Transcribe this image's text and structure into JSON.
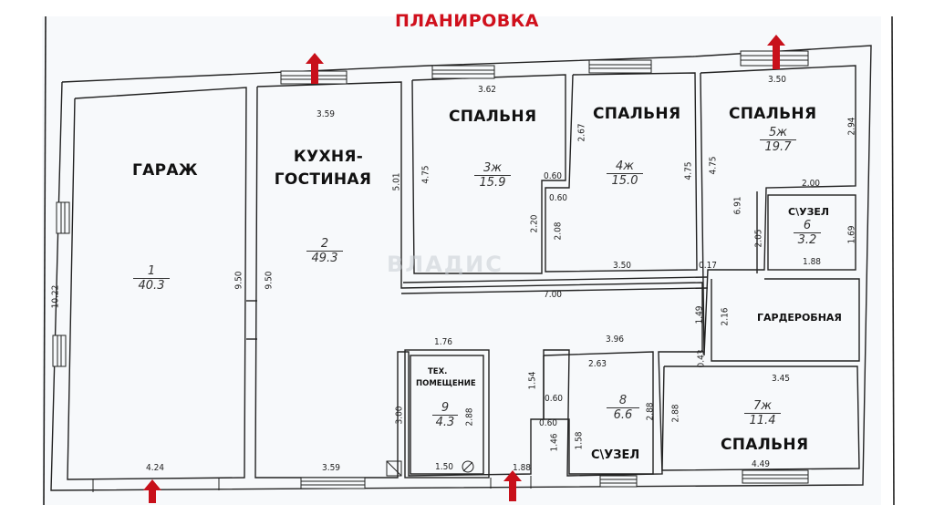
{
  "title": "ПЛАНИРОВКА",
  "colors": {
    "title": "#d0101c",
    "arrow": "#c8101a",
    "wall": "#222222",
    "paper": "#f7f9fb"
  },
  "watermark": "ВЛАДИС",
  "rooms": [
    {
      "id": "garage",
      "label": "ГАРАЖ",
      "number": "1",
      "area": "40.3"
    },
    {
      "id": "kitchen",
      "label_line1": "КУХНЯ-",
      "label_line2": "ГОСТИНАЯ",
      "number": "2",
      "area": "49.3"
    },
    {
      "id": "bedroom3",
      "label": "СПАЛЬНЯ",
      "number": "3ж",
      "area": "15.9"
    },
    {
      "id": "bedroom4",
      "label": "СПАЛЬНЯ",
      "number": "4ж",
      "area": "15.0"
    },
    {
      "id": "bedroom5",
      "label": "СПАЛЬНЯ",
      "number": "5ж",
      "area": "19.7"
    },
    {
      "id": "bath6",
      "label": "С\\УЗЕЛ",
      "number": "6",
      "area": "3.2"
    },
    {
      "id": "wardrobe",
      "label": "ГАРДЕРОБНАЯ"
    },
    {
      "id": "bedroom7",
      "label": "СПАЛЬНЯ",
      "number": "7ж",
      "area": "11.4"
    },
    {
      "id": "bath8",
      "label": "С\\УЗЕЛ",
      "number": "8",
      "area": "6.6"
    },
    {
      "id": "tech9",
      "label_line1": "ТЕХ.",
      "label_line2": "ПОМЕЩЕНИЕ",
      "number": "9",
      "area": "4.3"
    }
  ],
  "dimensions": {
    "d_3_59_top": "3.59",
    "d_3_62": "3.62",
    "d_3_50_top": "3.50",
    "d_5_01": "5.01",
    "d_4_75_a": "4.75",
    "d_0_60_a": "0.60",
    "d_0_60_b": "0.60",
    "d_2_20": "2.20",
    "d_2_08": "2.08",
    "d_2_67": "2.67",
    "d_4_75_b": "4.75",
    "d_3_50_mid": "3.50",
    "d_0_17": "0.17",
    "d_4_75_c": "4.75",
    "d_6_91": "6.91",
    "d_2_94": "2.94",
    "d_2_00": "2.00",
    "d_2_05": "2.05",
    "d_1_69": "1.69",
    "d_1_88_a": "1.88",
    "d_9_50_a": "9.50",
    "d_9_50_b": "9.50",
    "d_10_22": "10.22",
    "d_7_00": "7.00",
    "d_1_49": "1.49",
    "d_2_16": "2.16",
    "d_0_43": "0.43",
    "d_3_45": "3.45",
    "d_2_88_a": "2.88",
    "d_4_49": "4.49",
    "d_3_96": "3.96",
    "d_2_63": "2.63",
    "d_1_54": "1.54",
    "d_0_60_c": "0.60",
    "d_0_60_d": "0.60",
    "d_1_46": "1.46",
    "d_1_58": "1.58",
    "d_2_88_b": "2.88",
    "d_1_76": "1.76",
    "d_3_00": "3.00",
    "d_2_88_c": "2.88",
    "d_1_50": "1.50",
    "d_3_59_bot": "3.59",
    "d_4_24": "4.24",
    "d_1_88_b": "1.88"
  },
  "entrance_arrows": [
    {
      "name": "arrow-top-kitchen"
    },
    {
      "name": "arrow-top-bedroom5"
    },
    {
      "name": "arrow-bottom-garage"
    },
    {
      "name": "arrow-bottom-hall"
    }
  ]
}
